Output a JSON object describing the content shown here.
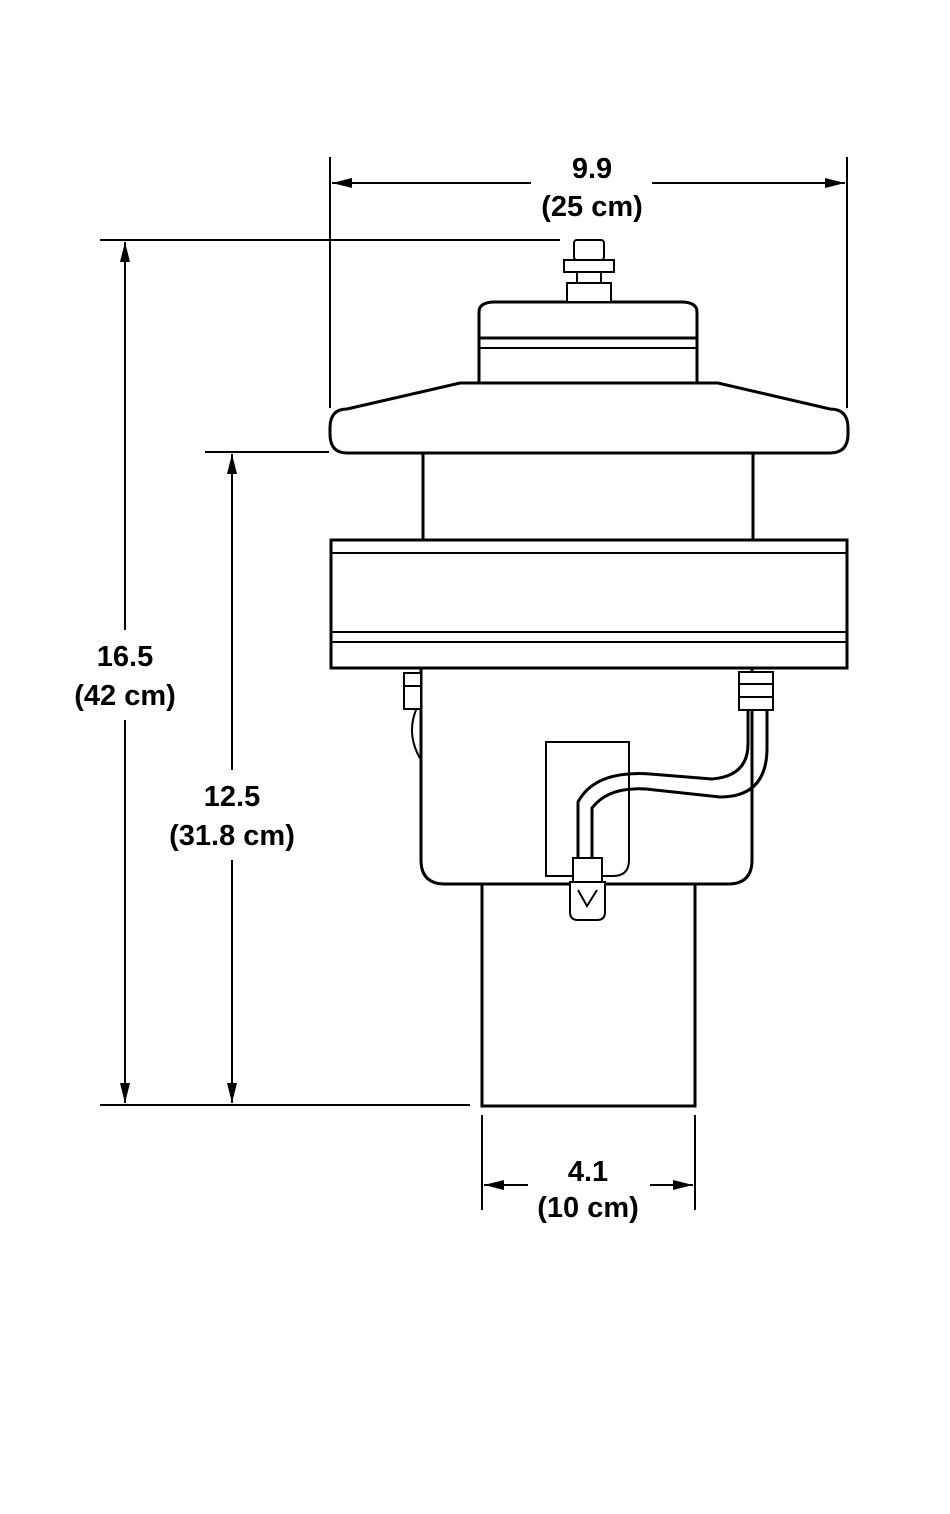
{
  "dimensions": {
    "width_total": {
      "value": "9.9",
      "metric": "(25 cm)"
    },
    "height_total": {
      "value": "16.5",
      "metric": "(42 cm)"
    },
    "height_body": {
      "value": "12.5",
      "metric": "(31.8 cm)"
    },
    "width_outlet": {
      "value": "4.1",
      "metric": "(10 cm)"
    }
  },
  "colors": {
    "line": "#000000",
    "background": "#ffffff"
  }
}
